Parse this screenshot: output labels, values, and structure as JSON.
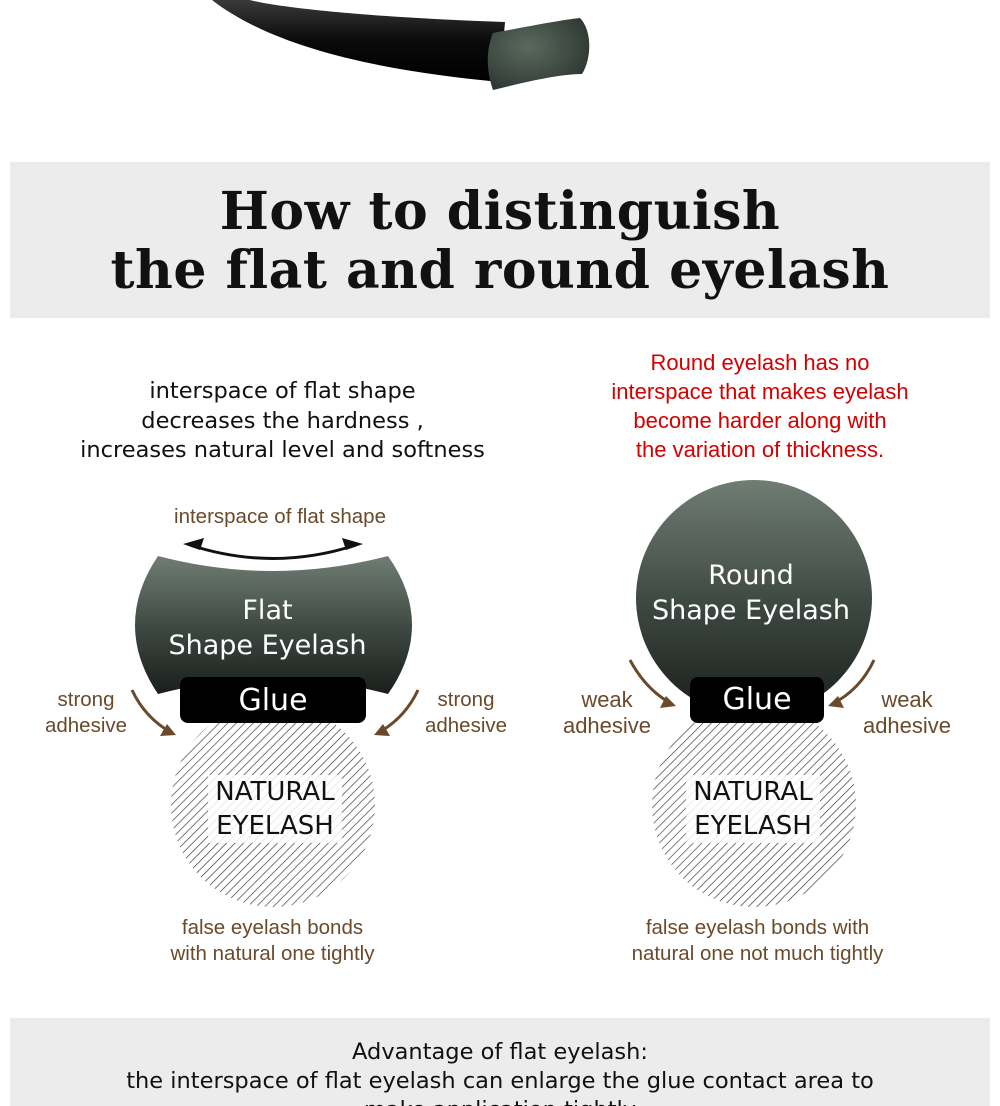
{
  "title": {
    "line1": "How to distinguish",
    "line2": "the flat and round eyelash"
  },
  "flat": {
    "description": [
      "interspace of  flat shape",
      "decreases the hardness ,",
      "increases natural level  and softness"
    ],
    "interspace_label": "interspace of flat shape",
    "shape_label": [
      "Flat",
      "Shape Eyelash"
    ],
    "glue_label": "Glue",
    "left_adhesive": [
      "strong",
      "adhesive"
    ],
    "right_adhesive": [
      "strong",
      "adhesive"
    ],
    "natural_label": [
      "NATURAL",
      "EYELASH"
    ],
    "bond_note": [
      "false eyelash bonds",
      "with natural one tightly"
    ]
  },
  "round": {
    "description": [
      "Round eyelash has no",
      "interspace that makes eyelash",
      "become harder along with",
      "the variation of thickness."
    ],
    "shape_label": [
      "Round",
      "Shape Eyelash"
    ],
    "glue_label": "Glue",
    "left_adhesive": [
      "weak",
      "adhesive"
    ],
    "right_adhesive": [
      "weak",
      "adhesive"
    ],
    "natural_label": [
      "NATURAL",
      "EYELASH"
    ],
    "bond_note": [
      "false eyelash bonds with",
      "natural one not much tightly"
    ]
  },
  "advantage": {
    "heading": "Advantage of flat eyelash:",
    "body": [
      "the interspace of flat eyelash can enlarge the glue contact area to",
      "make application tightly"
    ]
  },
  "colors": {
    "title_band": "#ececec",
    "accent_red": "#d40000",
    "label_brown": "#6b4a2b",
    "shape_light": "#6f7d73",
    "shape_dark": "#1a1f1c",
    "glue": "#000000"
  }
}
